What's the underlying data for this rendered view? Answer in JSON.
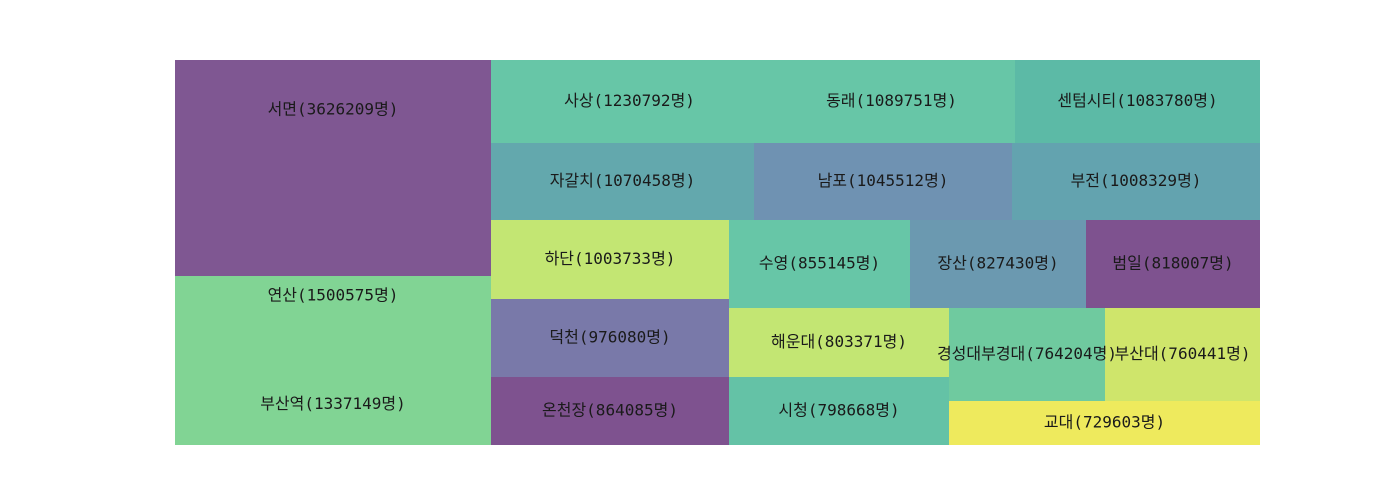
{
  "chart_data": {
    "type": "treemap",
    "items": [
      {
        "name": "서면",
        "value": 3626209,
        "label": "서면(3626209명)",
        "color": "#7f5792"
      },
      {
        "name": "연산",
        "value": 1500575,
        "label": "연산(1500575명)",
        "color": "#81d494"
      },
      {
        "name": "부산역",
        "value": 1337149,
        "label": "부산역(1337149명)",
        "color": "#81d494"
      },
      {
        "name": "사상",
        "value": 1230792,
        "label": "사상(1230792명)",
        "color": "#67c6a7"
      },
      {
        "name": "동래",
        "value": 1089751,
        "label": "동래(1089751명)",
        "color": "#67c6a7"
      },
      {
        "name": "센텀시티",
        "value": 1083780,
        "label": "센텀시티(1083780명)",
        "color": "#5cbaa6"
      },
      {
        "name": "자갈치",
        "value": 1070458,
        "label": "자갈치(1070458명)",
        "color": "#63a8ad"
      },
      {
        "name": "남포",
        "value": 1045512,
        "label": "남포(1045512명)",
        "color": "#6f92b2"
      },
      {
        "name": "부전",
        "value": 1008329,
        "label": "부전(1008329명)",
        "color": "#63a3af"
      },
      {
        "name": "하단",
        "value": 1003733,
        "label": "하단(1003733명)",
        "color": "#c3e673"
      },
      {
        "name": "덕천",
        "value": 976080,
        "label": "덕천(976080명)",
        "color": "#7979a9"
      },
      {
        "name": "온천장",
        "value": 864085,
        "label": "온천장(864085명)",
        "color": "#7e528f"
      },
      {
        "name": "수영",
        "value": 855145,
        "label": "수영(855145명)",
        "color": "#67c6a7"
      },
      {
        "name": "장산",
        "value": 827430,
        "label": "장산(827430명)",
        "color": "#6b99b0"
      },
      {
        "name": "범일",
        "value": 818007,
        "label": "범일(818007명)",
        "color": "#7e528f"
      },
      {
        "name": "해운대",
        "value": 803371,
        "label": "해운대(803371명)",
        "color": "#c3e673"
      },
      {
        "name": "시청",
        "value": 798668,
        "label": "시청(798668명)",
        "color": "#64c2a6"
      },
      {
        "name": "경성대부경대",
        "value": 764204,
        "label": "경성대부경대(764204명)",
        "color": "#6fca9f"
      },
      {
        "name": "부산대",
        "value": 760441,
        "label": "부산대(760441명)",
        "color": "#cfe56b"
      },
      {
        "name": "교대",
        "value": 729603,
        "label": "교대(729603명)",
        "color": "#eeea5d"
      }
    ]
  }
}
